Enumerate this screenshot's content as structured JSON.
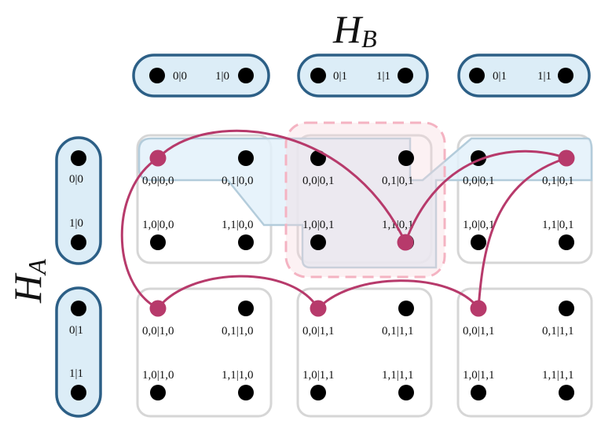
{
  "axis_b": {
    "main": "H",
    "sub": "B"
  },
  "axis_a": {
    "main": "H",
    "sub": "A"
  },
  "top_pills": [
    {
      "left": "0|0",
      "right": "1|0"
    },
    {
      "left": "0|1",
      "right": "1|1"
    },
    {
      "left": "0|1",
      "right": "1|1"
    }
  ],
  "left_pills": [
    {
      "top": "0|0",
      "bottom": "1|0"
    },
    {
      "top": "0|1",
      "bottom": "1|1"
    }
  ],
  "cells": [
    [
      "0,0|0,0",
      "0,1|0,0",
      "1,0|0,0",
      "1,1|0,0"
    ],
    [
      "0,0|0,1",
      "0,1|0,1",
      "1,0|0,1",
      "1,1|0,1"
    ],
    [
      "0,0|0,1",
      "0,1|0,1",
      "1,0|0,1",
      "1,1|0,1"
    ],
    [
      "0,0|1,0",
      "0,1|1,0",
      "1,0|1,0",
      "1,1|1,0"
    ],
    [
      "0,0|1,1",
      "0,1|1,1",
      "1,0|1,1",
      "1,1|1,1"
    ],
    [
      "0,0|1,1",
      "0,1|1,1",
      "1,0|1,1",
      "1,1|1,1"
    ]
  ],
  "colors": {
    "pill_fill": "#dcedf7",
    "pill_stroke": "#2c5f86",
    "box_stroke": "#d6d6d6",
    "highlight_fill": "#e3f1fa",
    "dashed_box": "#f4b3c2",
    "accent": "#b73a6b",
    "dot": "#000000"
  }
}
